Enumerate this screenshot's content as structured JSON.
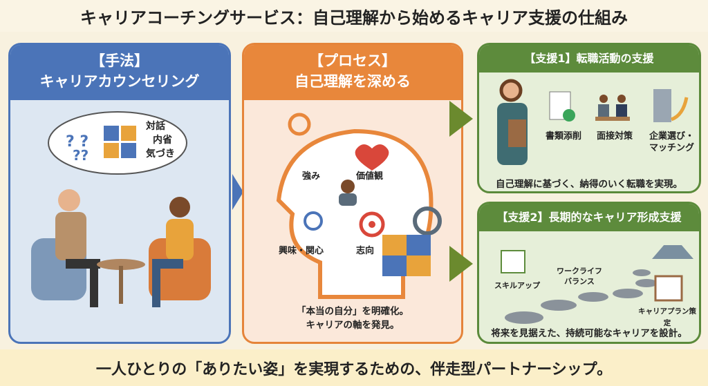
{
  "title": "キャリアコーチングサービス：自己理解から始めるキャリア支援の仕組み",
  "left": {
    "header_line1": "【手法】",
    "header_line2": "キャリアカウンセリング",
    "bubble": [
      "対話",
      "内省",
      "気づき"
    ]
  },
  "middle": {
    "header_line1": "【プロセス】",
    "header_line2": "自己理解を深める",
    "items": [
      "強み",
      "価値観",
      "興味・関心",
      "志向"
    ],
    "caption_line1": "「本当の自分」を明確化。",
    "caption_line2": "キャリアの軸を発見。"
  },
  "support1": {
    "header": "【支援1】転職活動の支援",
    "items": [
      "書類添削",
      "面接対策",
      "企業選び・",
      "マッチング"
    ],
    "caption": "自己理解に基づく、納得のいく転職を実現。"
  },
  "support2": {
    "header": "【支援2】長期的なキャリア形成支援",
    "items": [
      "スキルアップ",
      "ワークライフ",
      "バランス",
      "キャリアプラン策定"
    ],
    "caption": "将来を見据えた、持続可能なキャリアを設計。"
  },
  "footer": "一人ひとりの「ありたい姿」を実現するための、伴走型パートナーシップ。",
  "colors": {
    "blue": "#4b74b8",
    "orange": "#e8873b",
    "green": "#5d8b3c"
  }
}
